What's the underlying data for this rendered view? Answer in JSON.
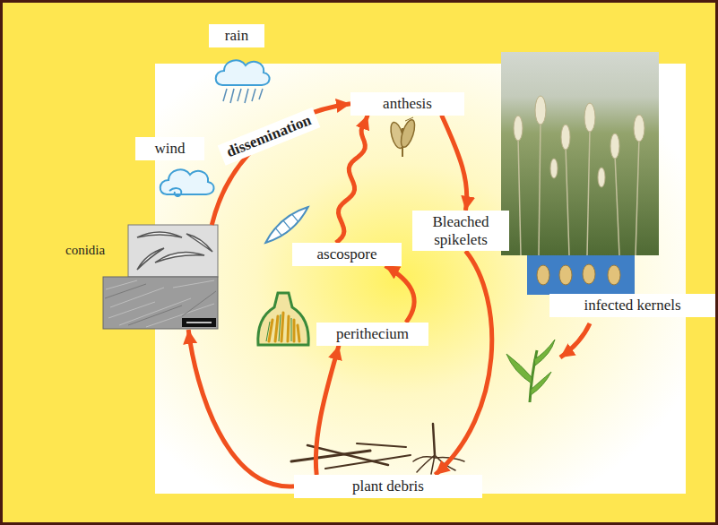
{
  "diagram": {
    "nodes": [
      {
        "text": [
          "anthesis"
        ]
      },
      {
        "text": [
          "Bleached spikelets"
        ]
      },
      {
        "text": [
          "conidia"
        ]
      },
      {
        "text": [
          "ascospore"
        ]
      },
      {
        "text": [
          "infected kernels"
        ]
      },
      {
        "text": [
          "perithecium"
        ]
      },
      {
        "text": [
          "plant debris"
        ]
      }
    ],
    "edges": [
      {
        "from": 0,
        "to": 1,
        "arrow": "to"
      },
      {
        "from": 1,
        "to": 6,
        "arrow": "to"
      },
      {
        "from": 6,
        "to": 5,
        "arrow": "to"
      },
      {
        "from": 6,
        "to": 2,
        "arrow": "to"
      },
      {
        "from": 5,
        "to": 3,
        "arrow": "to"
      },
      {
        "from": 3,
        "to": 0,
        "arrow": "to"
      },
      {
        "from": 2,
        "to": 0,
        "arrow": "to",
        "label": "dissemination"
      }
    ],
    "labels": [
      "rain",
      "wind"
    ]
  }
}
